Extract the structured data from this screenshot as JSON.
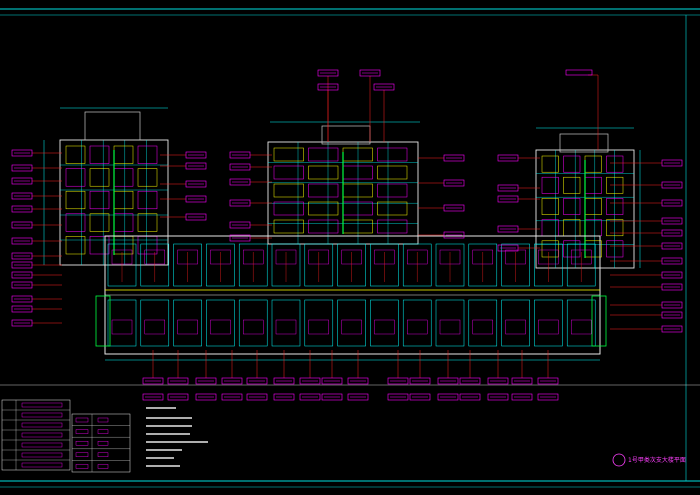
{
  "drawing": {
    "background": "#000000",
    "colors": {
      "border": "#00e0e0",
      "frame": "#c8c8c8",
      "wall": "#e8e8e8",
      "grid": "#00ffff",
      "magenta": "#ff00ff",
      "red": "#ff2020",
      "yellow": "#ffff00",
      "green": "#00ff40",
      "blue": "#3060ff"
    },
    "layers": [
      "floor-plan",
      "callout-tags",
      "leader-lines",
      "legend-table",
      "notes",
      "title-stamp"
    ]
  },
  "title_block": {
    "title": "1号甲类次支大楼平面",
    "stamp_icon": "circular-stamp-icon"
  }
}
